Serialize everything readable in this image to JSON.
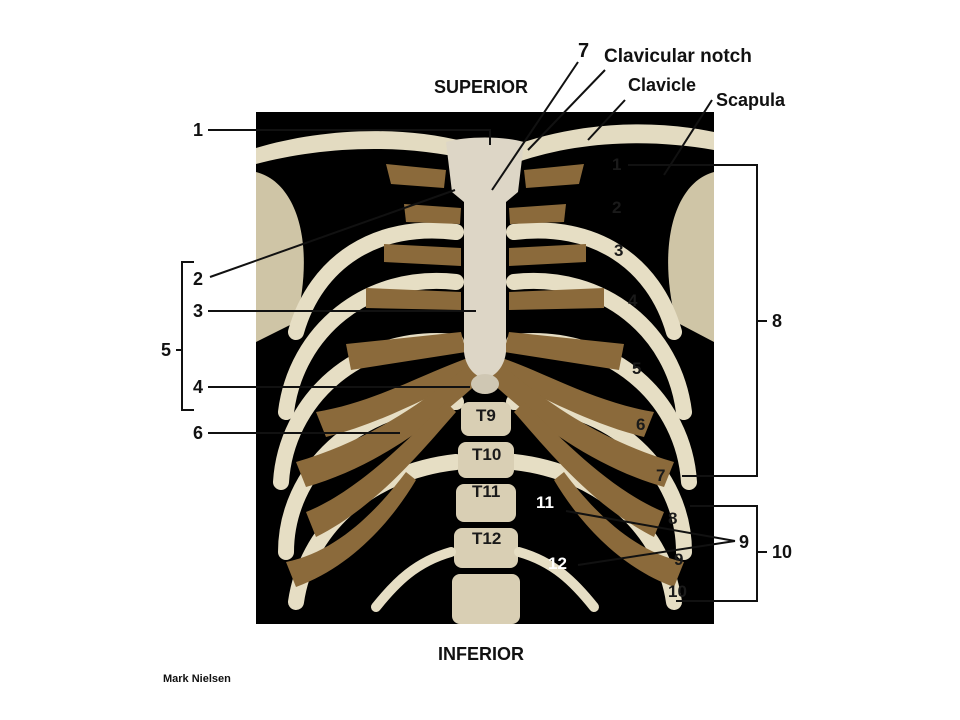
{
  "orientation": {
    "superior": "SUPERIOR",
    "inferior": "INFERIOR"
  },
  "credit": "Mark Nielsen",
  "callouts": {
    "n1": "1",
    "n2": "2",
    "n3": "3",
    "n4": "4",
    "n5": "5",
    "n6": "6",
    "n7": "7",
    "n8": "8",
    "n9": "9",
    "n10": "10",
    "clavicular_notch": "Clavicular notch",
    "clavicle": "Clavicle",
    "scapula": "Scapula"
  },
  "rib_numbers": [
    "1",
    "2",
    "3",
    "4",
    "5",
    "6",
    "7",
    "8",
    "9",
    "10",
    "11",
    "12"
  ],
  "vertebrae": [
    "T9",
    "T10",
    "T11",
    "T12"
  ],
  "colors": {
    "background": "#000000",
    "bone": "#e2d9bf",
    "cartilage": "#8a6a3c",
    "sternum": "#ddd6c6",
    "line": "#111111"
  }
}
